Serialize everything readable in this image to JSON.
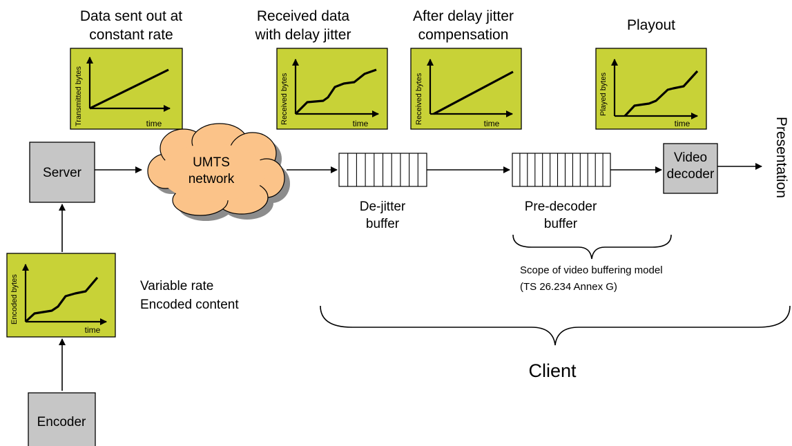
{
  "captions": {
    "constant_rate": [
      "Data sent out at",
      "constant rate"
    ],
    "delay_jitter": [
      "Received data",
      "with delay jitter"
    ],
    "compensation": [
      "After delay jitter",
      "compensation"
    ],
    "playout": "Playout",
    "variable_rate": [
      "Variable rate",
      "Encoded content"
    ]
  },
  "graphs": {
    "transmitted": {
      "ylabel": "Transmitted bytes",
      "xlabel": "time"
    },
    "received": {
      "ylabel": "Received bytes",
      "xlabel": "time"
    },
    "compensated": {
      "ylabel": "Received bytes",
      "xlabel": "time"
    },
    "played": {
      "ylabel": "Played bytes",
      "xlabel": "time"
    },
    "encoded": {
      "ylabel": "Encoded bytes",
      "xlabel": "time"
    }
  },
  "nodes": {
    "server": "Server",
    "network": [
      "UMTS",
      "network"
    ],
    "decoder": [
      "Video",
      "decoder"
    ],
    "encoder": "Encoder",
    "presentation": "Presentation"
  },
  "buffers": {
    "dejitter": [
      "De-jitter",
      "buffer"
    ],
    "predecoder": [
      "Pre-decoder",
      "buffer"
    ]
  },
  "scope": [
    "Scope of video buffering model",
    "(TS 26.234 Annex G)"
  ],
  "client": "Client",
  "colors": {
    "graph_bg": "#c8d237",
    "node_bg": "#c6c6c6",
    "cloud": "#fbc389",
    "cloud_shadow": "#8c8c8c"
  }
}
